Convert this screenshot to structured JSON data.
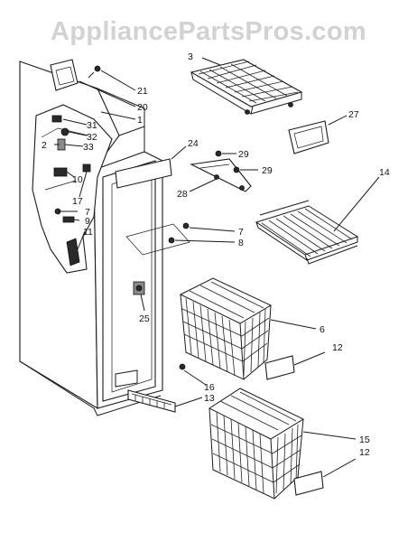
{
  "watermark": "AppliancePartsPros.com",
  "callouts": [
    {
      "id": "c3",
      "text": "3"
    },
    {
      "id": "c21",
      "text": "21"
    },
    {
      "id": "c20",
      "text": "20"
    },
    {
      "id": "c1",
      "text": "1"
    },
    {
      "id": "c31",
      "text": "31"
    },
    {
      "id": "c32",
      "text": "32"
    },
    {
      "id": "c2",
      "text": "2"
    },
    {
      "id": "c33",
      "text": "33"
    },
    {
      "id": "c10",
      "text": "10"
    },
    {
      "id": "c17",
      "text": "17"
    },
    {
      "id": "c7a",
      "text": "7"
    },
    {
      "id": "c9",
      "text": "9"
    },
    {
      "id": "c11",
      "text": "11"
    },
    {
      "id": "c27",
      "text": "27"
    },
    {
      "id": "c24",
      "text": "24"
    },
    {
      "id": "c29a",
      "text": "29"
    },
    {
      "id": "c29b",
      "text": "29"
    },
    {
      "id": "c28",
      "text": "28"
    },
    {
      "id": "c14",
      "text": "14"
    },
    {
      "id": "c7b",
      "text": "7"
    },
    {
      "id": "c8",
      "text": "8"
    },
    {
      "id": "c25",
      "text": "25"
    },
    {
      "id": "c6",
      "text": "6"
    },
    {
      "id": "c12a",
      "text": "12"
    },
    {
      "id": "c16",
      "text": "16"
    },
    {
      "id": "c13",
      "text": "13"
    },
    {
      "id": "c15",
      "text": "15"
    },
    {
      "id": "c12b",
      "text": "12"
    }
  ]
}
